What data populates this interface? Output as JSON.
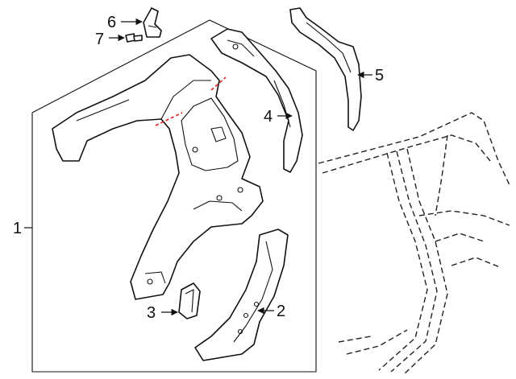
{
  "callouts": [
    {
      "id": "1",
      "label": "1"
    },
    {
      "id": "2",
      "label": "2"
    },
    {
      "id": "3",
      "label": "3"
    },
    {
      "id": "4",
      "label": "4"
    },
    {
      "id": "5",
      "label": "5"
    },
    {
      "id": "6",
      "label": "6"
    },
    {
      "id": "7",
      "label": "7"
    }
  ],
  "colors": {
    "line": "#111111",
    "cut_mark": "#e01e1e",
    "background": "#ffffff"
  }
}
